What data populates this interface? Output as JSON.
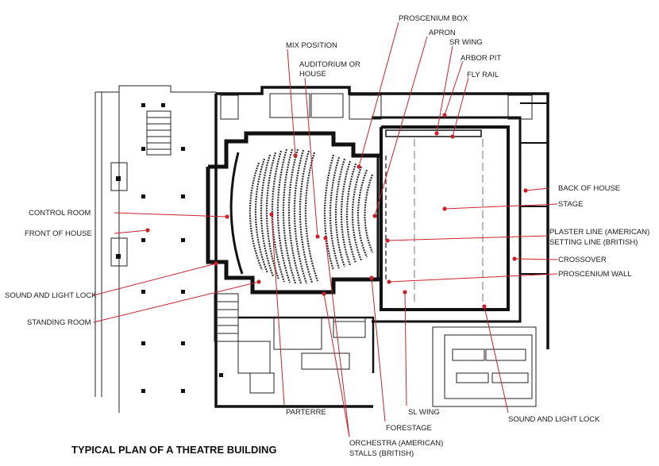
{
  "title": "TYPICAL PLAN OF A THEATRE BUILDING",
  "labels": {
    "proscenium_box": "PROSCENIUM BOX",
    "apron": "APRON",
    "sr_wing": "SR WING",
    "arbor_pit": "ARBOR PIT",
    "fly_rail": "FLY RAIL",
    "mix_position": "MIX POSITION",
    "auditorium_1": "AUDITORIUM OR",
    "auditorium_2": "HOUSE",
    "back_of_house": "BACK OF HOUSE",
    "stage": "STAGE",
    "plaster_line_1": "PLASTER LINE (AMERICAN)",
    "plaster_line_2": "SETTING LINE (BRITISH)",
    "crossover": "CROSSOVER",
    "proscenium_wall": "PROSCENIUM WALL",
    "control_room": "CONTROL ROOM",
    "front_of_house": "FRONT OF HOUSE",
    "sound_light_lock_left": "SOUND AND LIGHT LOCK",
    "standing_room": "STANDING ROOM",
    "parterre": "PARTERRE",
    "sl_wing": "SL WING",
    "forestage": "FORESTAGE",
    "sound_light_lock_right": "SOUND AND LIGHT LOCK",
    "orchestra_1": "ORCHESTRA (AMERICAN)",
    "orchestra_2": "STALLS (BRITISH)"
  },
  "colors": {
    "leader": "#c8232c",
    "wall": "#111111"
  }
}
